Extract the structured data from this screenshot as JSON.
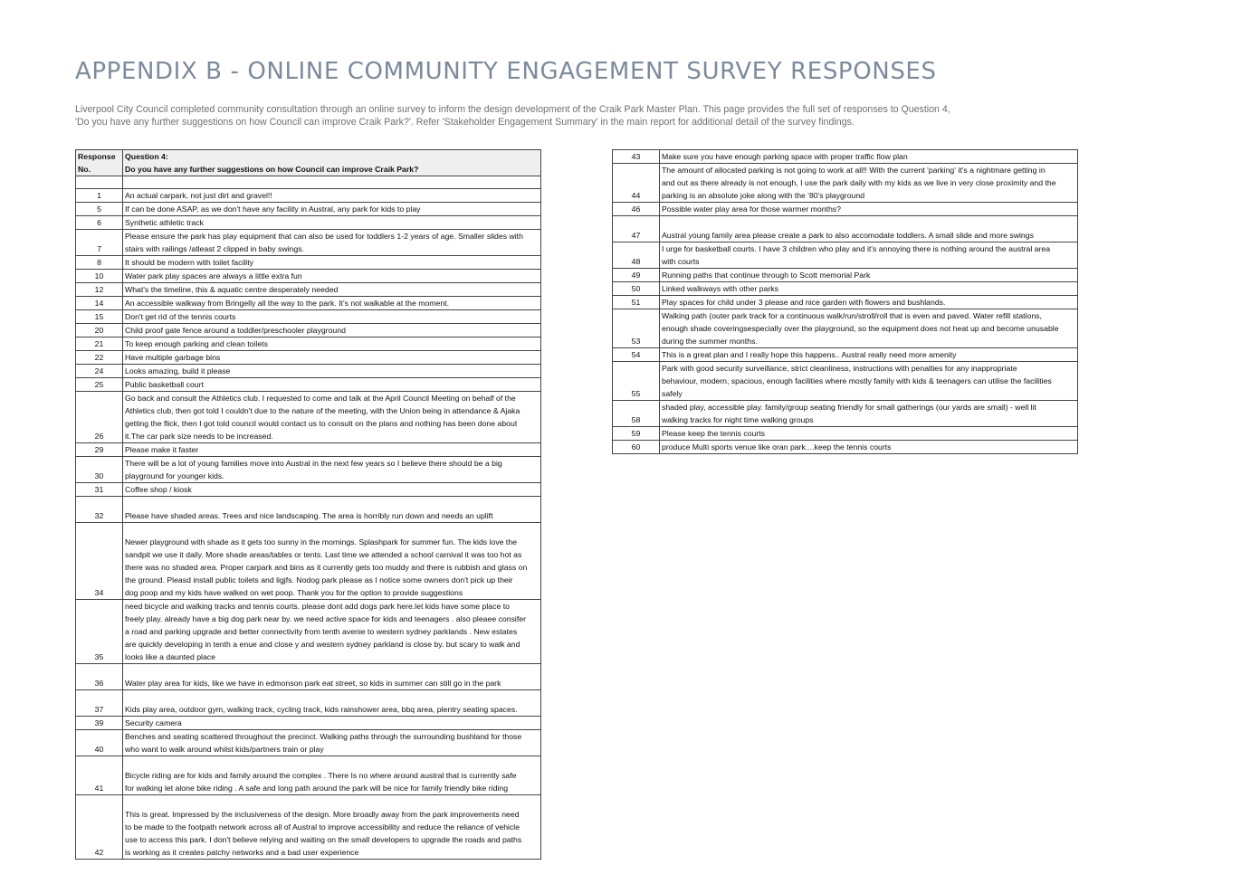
{
  "title": "APPENDIX B - ONLINE COMMUNITY ENGAGEMENT SURVEY RESPONSES",
  "intro": {
    "line1": "Liverpool City Council completed community consultation through an online survey to inform the design development of the Craik Park Master Plan. This page provides the full set of responses to Question 4,",
    "line2": "'Do you have any further suggestions on how Council can improve Craik Park?'. Refer 'Stakeholder Engagement Summary' in the main report for additional detail of the survey findings."
  },
  "table_headers": {
    "col1": "Response\nNo.",
    "col2": "Question 4:\nDo you have any further suggestions on how Council can improve Craik Park?"
  },
  "left_rows": [
    {
      "no": "",
      "text": ""
    },
    {
      "no": "1",
      "text": "An actual carpark, not just dirt and gravel!!"
    },
    {
      "no": "5",
      "text": "If can be done ASAP, as we don't have any facility in Austral, any park for kids to play"
    },
    {
      "no": "6",
      "text": "Synthetic athletic track"
    },
    {
      "no": "7",
      "text": "Please ensure the park has play equipment that can also be used for toddlers 1-2 years of age. Smaller slides with\nstairs with railings /atleast 2 clipped in baby swings."
    },
    {
      "no": "8",
      "text": "It should be modern with toilet facility"
    },
    {
      "no": "10",
      "text": "Water park play spaces are always a little extra fun"
    },
    {
      "no": "12",
      "text": "What's the timeline, this & aquatic centre desperately needed"
    },
    {
      "no": "14",
      "text": "An accessible walkway from Bringelly all the way to the park. It's not walkable at the moment."
    },
    {
      "no": "15",
      "text": "Don't get rid of the tennis courts"
    },
    {
      "no": "20",
      "text": "Child proof gate fence around a toddler/preschooler playground"
    },
    {
      "no": "21",
      "text": "To keep enough parking and clean toilets"
    },
    {
      "no": "22",
      "text": "Have multiple garbage bins"
    },
    {
      "no": "24",
      "text": "Looks amazing, build it please"
    },
    {
      "no": "25",
      "text": "Public basketball court"
    },
    {
      "no": "26",
      "text": "Go back and consult the Athletics club. I requested to come and talk at the April Council Meeting on behalf of the\nAthletics club, then got told I couldn't due to the nature of the meeting, with the Union being in attendance & Ajaka\ngetting the flick, then I got told council would contact us to consult on the plans and nothing has been done about\nit.The car park size needs to be increased."
    },
    {
      "no": "29",
      "text": "Please make it faster"
    },
    {
      "no": "30",
      "text": "There will be a lot of young families move into Austral in the next few years so I believe there should be a big\nplayground for younger kids."
    },
    {
      "no": "31",
      "text": "Coffee shop / kiosk"
    },
    {
      "no": "32",
      "text": "\nPlease have shaded areas. Trees and nice landscaping. The area is horribly run down and needs an uplift"
    },
    {
      "no": "34",
      "text": "\nNewer playground with shade as it gets too sunny in the mornings. Splashpark for summer fun. The kids love the\nsandpit we use it daily. More shade areas/tables or tents. Last time we attended a school carnival it was too hot as\nthere was no shaded area. Proper carpark and bins as it currently gets too muddy and there is rubbish and glass on\nthe ground. Pleasd install public toilets and ligjfs. Nodog park please as I notice some owners don't pick up their\ndog poop and my kids have walked on wet poop. Thank you for the option to provide suggestions"
    },
    {
      "no": "35",
      "text": "need bicycle and walking tracks and tennis courts. please dont add dogs park here.let kids have some place to\nfreely play. already have a big dog park near by. we need active space for kids and teenagers . also pleaee consifer\na road and parking upgrade and better connectivity from tenth avenie to western sydney parklands . New estates\nare quickly developing in tenth a enue and close y and western sydney parkland is close by. but scary to walk and\nlooks like a daunted place"
    },
    {
      "no": "36",
      "text": "\nWater play area for kids, like we have in edmonson park eat street, so kids in summer can still go in the park"
    },
    {
      "no": "37",
      "text": "\nKids play area, outdoor gym, walking track, cycling track, kids rainshower area, bbq area, plentry seating spaces."
    },
    {
      "no": "39",
      "text": "Security camera"
    },
    {
      "no": "40",
      "text": "Benches and seating scattered throughout the precinct. Walking paths through the surrounding bushland for those\nwho want to walk around whilst kids/partners train or play"
    },
    {
      "no": "41",
      "text": "\nBicycle riding are for kids and family around the complex . There Is no where around austral that is currently safe\nfor walking let alone bike riding . A safe and long path around the park will be nice for family friendly bike riding"
    },
    {
      "no": "42",
      "text": "\nThis is great. Impressed by the inclusiveness of the design. More broadly away from the park improvements need\nto be made to the footpath network across all of Austral to improve accessibility and reduce the reliance of vehicle\nuse to access this park. I don't believe relying and waiting on the small developers to upgrade the roads and paths\nis working as it creates patchy networks and a bad user experience"
    }
  ],
  "right_rows": [
    {
      "no": "43",
      "text": "Make sure you have enough parking space with proper traffic flow plan"
    },
    {
      "no": "44",
      "text": "The amount of allocated parking is not going to work at all!! With the current 'parking' it's a nightmare getting in\nand out as there already is not enough, I use the park daily with my kids as we live in very close proximity and the\nparking is an absolute joke along with the '80's playground"
    },
    {
      "no": "46",
      "text": "Possible water play area for those warmer months?"
    },
    {
      "no": "47",
      "text": "\nAustral young family area please create a park to also accomodate toddlers. A small slide and more swings"
    },
    {
      "no": "48",
      "text": "I urge for basketball courts. I have 3 children who play and it's annoying there is nothing around the austral area\nwith courts"
    },
    {
      "no": "49",
      "text": "Running paths that continue through to Scott memorial Park"
    },
    {
      "no": "50",
      "text": "Linked walkways with other parks"
    },
    {
      "no": "51",
      "text": "Play spaces for child under 3 please and nice garden with flowers and bushlands."
    },
    {
      "no": "53",
      "text": "Walking path (outer park track for a continuous walk/run/stroll/roll that is even and paved. Water refill stations,\nenough shade coveringsespecially over the playground, so the equipment does not heat up and become unusable\nduring the summer months."
    },
    {
      "no": "54",
      "text": "This is a great plan and I really hope this happens.. Austral really need more amenity"
    },
    {
      "no": "55",
      "text": "Park with good security surveillance, strict cleanliness, instructions with penalties for any inappropriate\nbehaviour, modern, spacious, enough facilities where mostly family with kids & teenagers can utilise the facilities\nsafely"
    },
    {
      "no": "58",
      "text": "shaded play, accessible play. family/group seating friendly for small gatherings (our yards are small) - well lit\nwalking tracks for night time walking groups"
    },
    {
      "no": "59",
      "text": "Please keep the tennis courts"
    },
    {
      "no": "60",
      "text": "produce Multi sports venue like oran park....keep the tennis courts"
    }
  ]
}
